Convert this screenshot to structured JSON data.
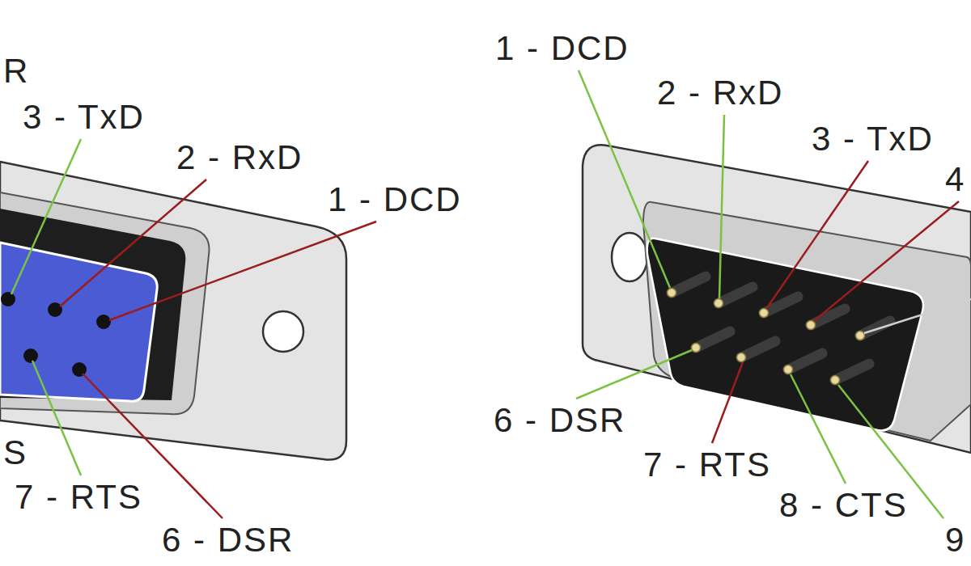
{
  "diagram": {
    "labels": [
      "R",
      "3 - TxD",
      "2 - RxD",
      "1 - DCD",
      "S",
      "7 - RTS",
      "6 - DSR",
      "1 - DCD",
      "2 - RxD",
      "3 - TxD",
      "4",
      "6 - DSR",
      "7 - RTS",
      "8 - CTS",
      "9"
    ]
  }
}
